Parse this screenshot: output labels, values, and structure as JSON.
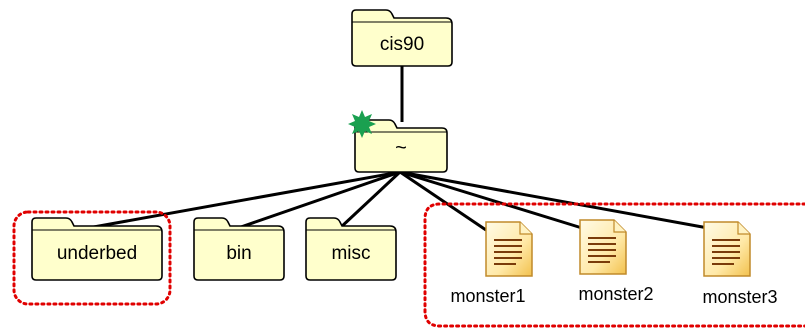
{
  "colors": {
    "folder_fill": "#FFFFCC",
    "folder_stroke": "#000000",
    "connector": "#000000",
    "highlight_border": "#E00000",
    "star": "#1AA050",
    "file_page": "#FFF6D0",
    "file_lines": "#7A3B0A"
  },
  "tree": {
    "root": {
      "label": "cis90",
      "icon": "folder-icon"
    },
    "home": {
      "label": "~",
      "icon": "folder-icon",
      "marker": "green-star-icon"
    },
    "children": [
      {
        "label": "underbed",
        "icon": "folder-icon"
      },
      {
        "label": "bin",
        "icon": "folder-icon"
      },
      {
        "label": "misc",
        "icon": "folder-icon"
      },
      {
        "label": "monster1",
        "icon": "text-file-icon"
      },
      {
        "label": "monster2",
        "icon": "text-file-icon"
      },
      {
        "label": "monster3",
        "icon": "text-file-icon"
      }
    ]
  },
  "highlights": [
    {
      "name": "underbed-highlight",
      "border": "dotted red"
    },
    {
      "name": "monster-files-highlight",
      "border": "dotted red"
    }
  ]
}
